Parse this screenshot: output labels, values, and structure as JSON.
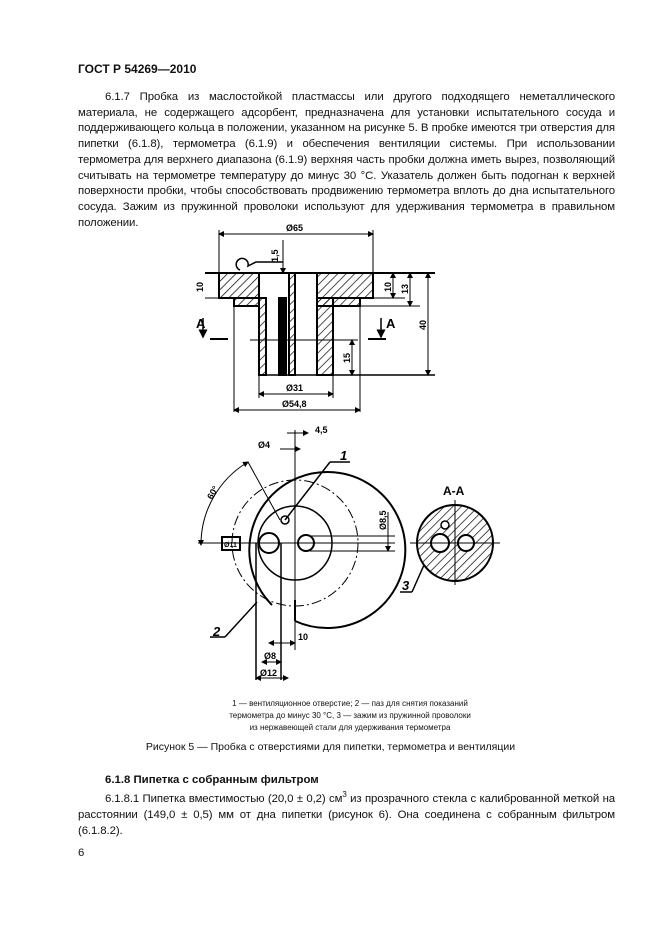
{
  "header": {
    "standard": "ГОСТ Р 54269—2010"
  },
  "section_6_1_7": {
    "text": "6.1.7 Пробка из маслостойкой пластмассы или другого подходящего неметаллического материала, не содержащего адсорбент, предназначена для установки испытательного сосуда и поддерживающего кольца в положении, указанном на рисунке 5. В пробке имеются три отверстия для пипетки (6.1.8), термометра (6.1.9) и обеспечения вентиляции системы. При использовании термометра для верхнего диапазона (6.1.9) верхняя часть пробки должна иметь вырез, позволяющий считывать на термометре температуру до минус 30 °С. Указатель должен быть подогнан к верхней поверхности пробки, чтобы способствовать продвижению термометра вплоть до дна испытательного сосуда. Зажим из пружинной проволоки используют для удерживания термометра в правильном положении."
  },
  "figure5": {
    "dims_section": {
      "top_diameter": "Ø65",
      "gap": "1,5",
      "flange_left": "10",
      "flange_right": "10",
      "depth": "13",
      "height": "40",
      "lower": "15",
      "inner_diameter": "Ø31",
      "outer_diameter": "Ø54,8",
      "section_mark_left": "A",
      "section_mark_right": "A"
    },
    "dims_plan": {
      "vent_diameter": "Ø4",
      "offset": "4,5",
      "angle": "60°",
      "hole_diameter": "Ø8,5",
      "slot_width": "10",
      "pipette_diameter": "Ø8",
      "outer_slot": "Ø12",
      "clip_label": "Ø11",
      "callout_1": "1",
      "callout_2": "2",
      "callout_3": "3",
      "section_title": "A-A"
    },
    "legend": [
      "1 — вентиляционное отверстие; 2 — паз для снятия показаний",
      "термометра до минус 30 °С, 3 — зажим из пружинной проволоки",
      "из нержавеющей стали для удерживания термометра"
    ],
    "caption": "Рисунок 5 — Пробка с отверстиями для пипетки, термометра и вентиляции"
  },
  "section_6_1_8": {
    "heading": "6.1.8 Пипетка с собранным фильтром",
    "text_before_sup": "6.1.8.1 Пипетка вместимостью (20,0 ± 0,2) см",
    "sup": "3",
    "text_after_sup": " из прозрачного стекла с калиброванной меткой на расстоянии (149,0 ± 0,5) мм от дна пипетки (рисунок 6). Она соединена с собранным фильтром (6.1.8.2)."
  },
  "footer": {
    "page_number": "6"
  }
}
